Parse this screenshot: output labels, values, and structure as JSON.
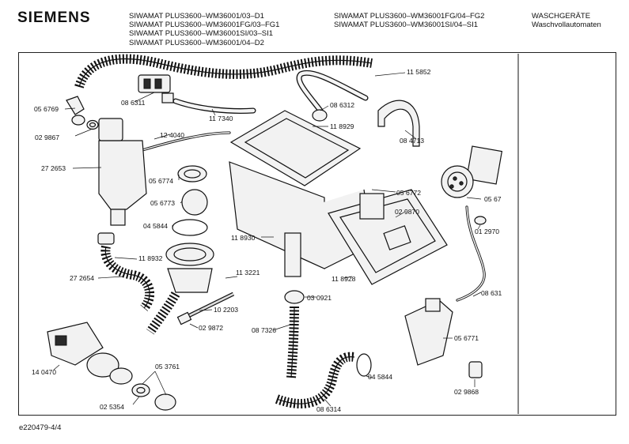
{
  "header": {
    "brand": "SIEMENS",
    "models_left": [
      "SIWAMAT PLUS3600–WM36001/03–D1",
      "SIWAMAT PLUS3600–WM36001FG/03–FG1",
      "SIWAMAT PLUS3600–WM36001SI/03–SI1",
      "SIWAMAT PLUS3600–WM36001/04–D2"
    ],
    "models_right": [
      "SIWAMAT PLUS3600–WM36001FG/04–FG2",
      "SIWAMAT PLUS3600–WM36001SI/04–SI1"
    ],
    "category": [
      "WASCHGERÄTE",
      "Waschvollautomaten"
    ]
  },
  "part_labels": {
    "p115852": "11 5852",
    "p056769": "05 6769",
    "p086311": "08 6311",
    "p117340": "11 7340",
    "p086312": "08 6312",
    "p029867": "02 9867",
    "p124040": "12 4040",
    "p118929": "11 8929",
    "p084713": "08 4713",
    "p272653": "27 2653",
    "p056774": "05 6774",
    "p056772": "05 6772",
    "p05672": "05 67",
    "p056773": "05 6773",
    "p029870": "02 9870",
    "p045844a": "04 5844",
    "p012970": "01 2970",
    "p118930": "11 8930",
    "p118932": "11 8932",
    "p113221": "11 3221",
    "p118928": "11 8928",
    "p272654": "27 2654",
    "p030921": "03 0921",
    "p08631": "08 631",
    "p102203": "10 2203",
    "p087326": "08 7326",
    "p029872": "02 9872",
    "p056771": "05 6771",
    "p140470": "14 0470",
    "p053761": "05 3761",
    "p045844b": "04 5844",
    "p029868": "02 9868",
    "p025354": "02 5354",
    "p086314": "08 6314"
  },
  "footer": {
    "drawing_id": "e220479-4/4"
  }
}
